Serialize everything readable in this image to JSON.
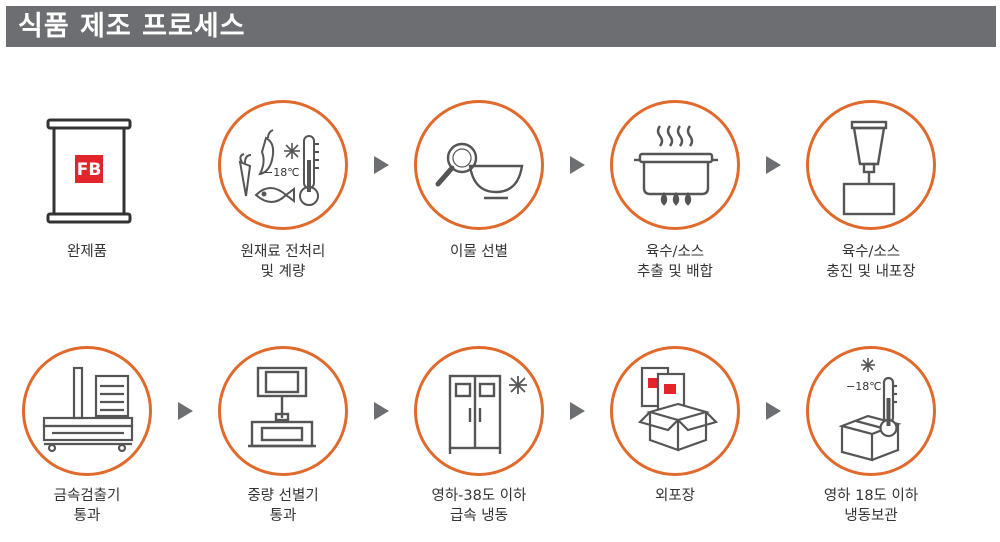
{
  "header": {
    "title": "식품 제조 프로세스"
  },
  "colors": {
    "accent": "#e06a2c",
    "icon": "#555555",
    "brand": "#e3242b",
    "header_bg": "#6d6e71"
  },
  "steps": [
    {
      "icon": "product-box-icon",
      "lines": [
        "완제품",
        ""
      ]
    },
    {
      "icon": "ingredients-thermometer-icon",
      "temp": "−18℃",
      "lines": [
        "원재료 전처리",
        "및 계량"
      ]
    },
    {
      "icon": "magnifier-bowl-icon",
      "lines": [
        "이물 선별",
        ""
      ]
    },
    {
      "icon": "steaming-pot-icon",
      "lines": [
        "육수/소스",
        "추출 및 배합"
      ]
    },
    {
      "icon": "filling-machine-icon",
      "lines": [
        "육수/소스",
        "충진 및 내포장"
      ]
    },
    {
      "icon": "metal-detector-icon",
      "lines": [
        "금속검출기",
        "통과"
      ]
    },
    {
      "icon": "weight-checker-icon",
      "lines": [
        "중량 선별기",
        "통과"
      ]
    },
    {
      "icon": "freezer-icon",
      "lines": [
        "영하-38도 이하",
        "급속 냉동"
      ]
    },
    {
      "icon": "outer-packaging-icon",
      "lines": [
        "외포장",
        ""
      ]
    },
    {
      "icon": "frozen-storage-icon",
      "temp": "−18℃",
      "lines": [
        "영하 18도 이하",
        "냉동보관"
      ]
    }
  ]
}
